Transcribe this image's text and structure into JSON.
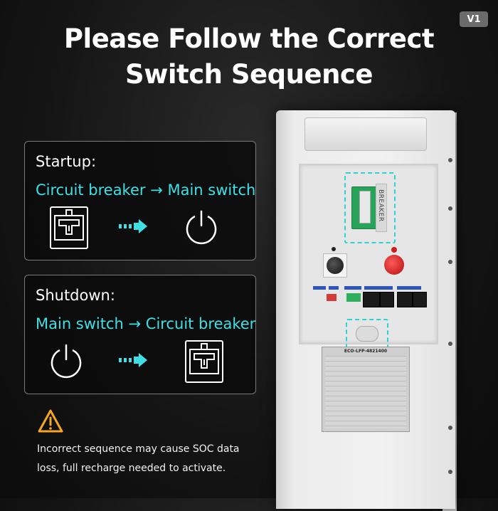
{
  "badge": "V1",
  "title": {
    "line1": "Please Follow the Correct",
    "line2": "Switch Sequence"
  },
  "startup": {
    "heading": "Startup:",
    "sequence": "Circuit breaker → Main switch"
  },
  "shutdown": {
    "heading": "Shutdown:",
    "sequence": "Main switch → Circuit breaker"
  },
  "warning": {
    "text": "Incorrect sequence may cause SOC data loss, full recharge needed to activate."
  },
  "device": {
    "breaker_label": "BREAKER",
    "spec_title": "ECO-LFP-4821400"
  },
  "colors": {
    "accent": "#3ee0e6",
    "warning": "#f5a623",
    "background": "#141414"
  }
}
